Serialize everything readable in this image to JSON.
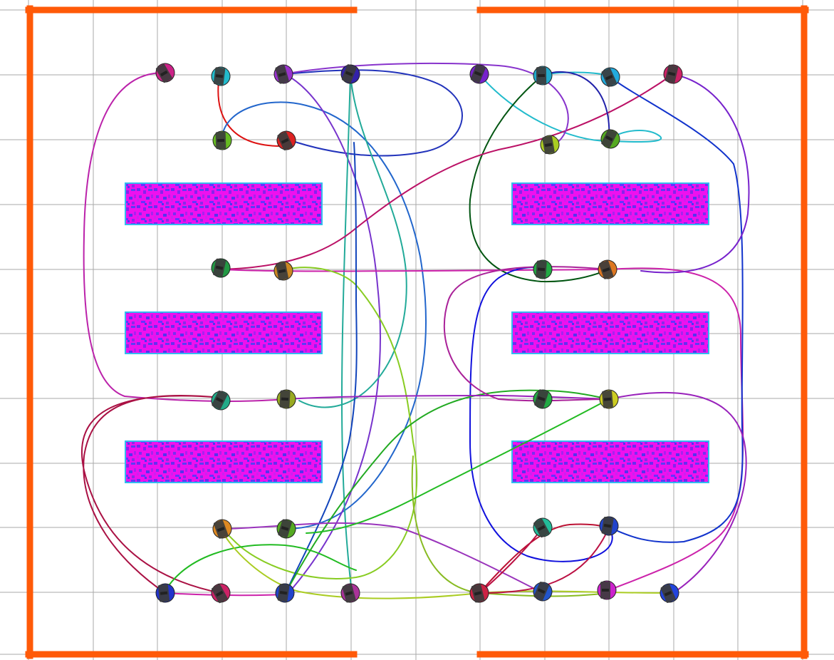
{
  "colors": {
    "background": "#ffffff",
    "grid": "#a9a9a9",
    "walls": "#ff5a08",
    "shelf_fill": "#ee11ee",
    "shelf_noise": "#6a2cf0",
    "shelf_edge": "#33bbee",
    "robot_body": "#3c3c3c"
  },
  "map": {
    "shelves": [
      {
        "name": "shelf-left-1"
      },
      {
        "name": "shelf-left-2"
      },
      {
        "name": "shelf-left-3"
      },
      {
        "name": "shelf-right-1"
      },
      {
        "name": "shelf-right-2"
      },
      {
        "name": "shelf-right-3"
      }
    ],
    "walls": [
      {
        "name": "wall-top-left"
      },
      {
        "name": "wall-top-right"
      },
      {
        "name": "wall-bottom-left"
      },
      {
        "name": "wall-bottom-right"
      },
      {
        "name": "wall-left"
      },
      {
        "name": "wall-right"
      }
    ]
  },
  "robots": [
    {
      "id": "r1",
      "color": "#cc2288"
    },
    {
      "id": "r2",
      "color": "#22bbcc"
    },
    {
      "id": "r3",
      "color": "#9933cc"
    },
    {
      "id": "r4",
      "color": "#3322aa"
    },
    {
      "id": "r5",
      "color": "#66bb22"
    },
    {
      "id": "r6",
      "color": "#dd2222"
    },
    {
      "id": "r7",
      "color": "#229944"
    },
    {
      "id": "r8",
      "color": "#cc8822"
    },
    {
      "id": "r9",
      "color": "#22aa88"
    },
    {
      "id": "r10",
      "color": "#99aa22"
    },
    {
      "id": "r11",
      "color": "#dd8822"
    },
    {
      "id": "r12",
      "color": "#55aa22"
    },
    {
      "id": "r13",
      "color": "#2233cc"
    },
    {
      "id": "r14",
      "color": "#cc2266"
    },
    {
      "id": "r15",
      "color": "#2244cc"
    },
    {
      "id": "r16",
      "color": "#aa3399"
    },
    {
      "id": "r17",
      "color": "#7722cc"
    },
    {
      "id": "r18",
      "color": "#22aacc"
    },
    {
      "id": "r19",
      "color": "#22aadd"
    },
    {
      "id": "r20",
      "color": "#cc2266"
    },
    {
      "id": "r21",
      "color": "#aacc22"
    },
    {
      "id": "r22",
      "color": "#55aa22"
    },
    {
      "id": "r23",
      "color": "#22aa44"
    },
    {
      "id": "r24",
      "color": "#dd7722"
    },
    {
      "id": "r25",
      "color": "#22aa44"
    },
    {
      "id": "r26",
      "color": "#cccc22"
    },
    {
      "id": "r27",
      "color": "#22bb99"
    },
    {
      "id": "r28",
      "color": "#2244cc"
    },
    {
      "id": "r29",
      "color": "#cc2244"
    },
    {
      "id": "r30",
      "color": "#2255cc"
    },
    {
      "id": "r31",
      "color": "#cc22cc"
    },
    {
      "id": "r32",
      "color": "#2244dd"
    }
  ],
  "paths": [
    {
      "id": "p1",
      "color": "#bb22aa"
    },
    {
      "id": "p2",
      "color": "#2233bb"
    },
    {
      "id": "p3",
      "color": "#dd1111"
    },
    {
      "id": "p4",
      "color": "#2266cc"
    },
    {
      "id": "p5",
      "color": "#7733cc"
    },
    {
      "id": "p6",
      "color": "#22aa99"
    },
    {
      "id": "p7",
      "color": "#22bbcc"
    },
    {
      "id": "p8",
      "color": "#005511"
    },
    {
      "id": "p9",
      "color": "#bb1166"
    },
    {
      "id": "p10",
      "color": "#cc22aa"
    },
    {
      "id": "p11",
      "color": "#8833cc"
    },
    {
      "id": "p12",
      "color": "#1133cc"
    },
    {
      "id": "p13",
      "color": "#22bbcc"
    },
    {
      "id": "p14",
      "color": "#88cc22"
    },
    {
      "id": "p15",
      "color": "#aa1144"
    },
    {
      "id": "p16",
      "color": "#cc22aa"
    },
    {
      "id": "p17",
      "color": "#1144bb"
    },
    {
      "id": "p18",
      "color": "#1111dd"
    },
    {
      "id": "p19",
      "color": "#22bb22"
    },
    {
      "id": "p20",
      "color": "#22aa22"
    },
    {
      "id": "p21",
      "color": "#bb1133"
    },
    {
      "id": "p22",
      "color": "#9933bb"
    },
    {
      "id": "p23",
      "color": "#aacc22"
    },
    {
      "id": "p24",
      "color": "#9922bb"
    },
    {
      "id": "p25",
      "color": "#22bb22"
    },
    {
      "id": "p26",
      "color": "#88bb22"
    },
    {
      "id": "p27",
      "color": "#7722cc"
    },
    {
      "id": "p28",
      "color": "#aa2299"
    },
    {
      "id": "p29",
      "color": "#bb1144"
    },
    {
      "id": "p30",
      "color": "#2222aa"
    }
  ]
}
